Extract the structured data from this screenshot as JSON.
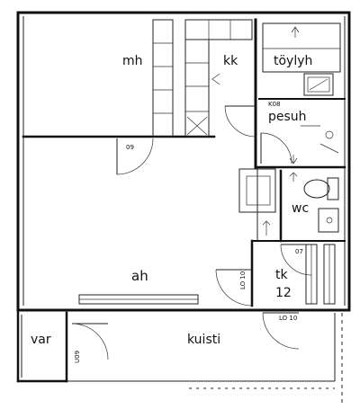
{
  "floorplan": {
    "rooms": {
      "mh": "mh",
      "kk": "kk",
      "toylyh": "töylyh",
      "pesuh": "pesuh",
      "wc": "wc",
      "ah": "ah",
      "tk": "tk",
      "tk_area": "12",
      "var": "var",
      "kuisti": "kuisti"
    },
    "door_marks": {
      "d_mh": "09",
      "d_pesuh": "K08",
      "d_wc": "07",
      "d_tk": "LO 10",
      "d_kuisti": "LO 10",
      "d_var": "U09"
    }
  }
}
